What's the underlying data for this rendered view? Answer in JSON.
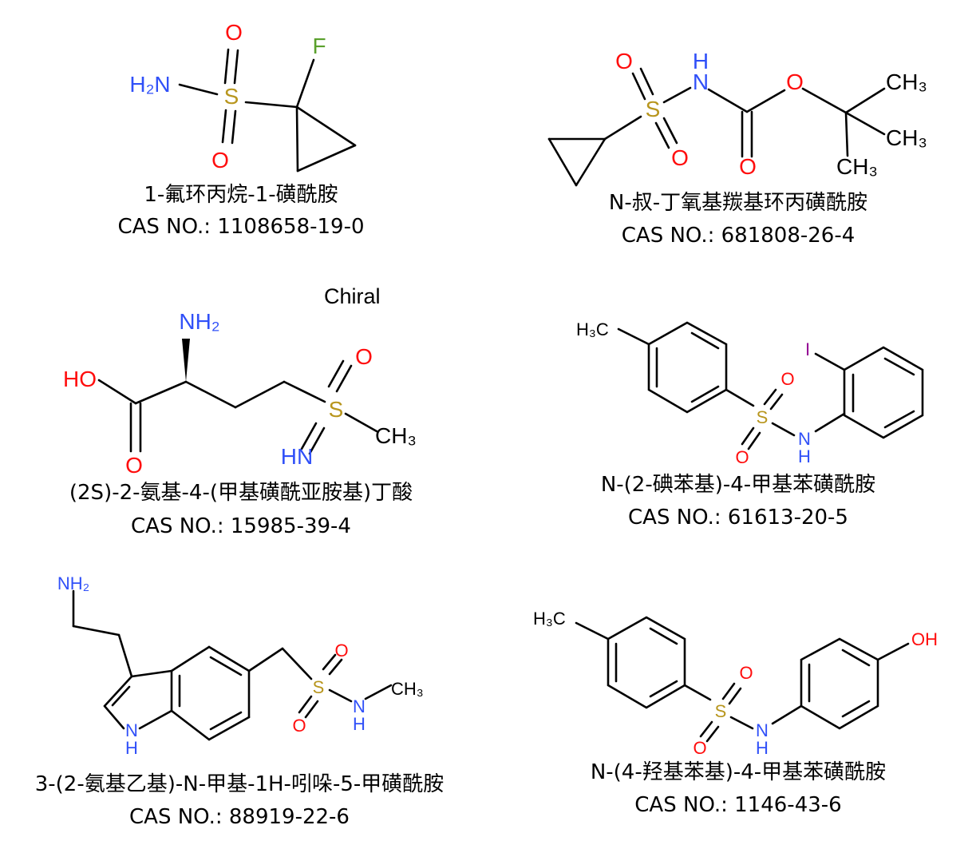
{
  "colors": {
    "oxygen": "#ff0d0d",
    "nitrogen": "#3050f8",
    "sulfur": "#b8961e",
    "fluorine": "#5aa02c",
    "iodine": "#940094",
    "carbon": "#000000"
  },
  "compounds": [
    {
      "name": "1-氟环丙烷-1-磺酰胺",
      "cas": "CAS NO.: 1108658-19-0",
      "atoms": {
        "O": "O",
        "F": "F",
        "H2N": "H₂N",
        "S": "S",
        "O2": "O"
      }
    },
    {
      "name": "N-叔-丁氧基羰基环丙磺酰胺",
      "cas": "CAS NO.: 681808-26-4",
      "atoms": {
        "O": "O",
        "H": "H",
        "N": "N",
        "O_ether": "O",
        "CH3a": "CH₃",
        "S": "S",
        "CH3b": "CH₃",
        "O2": "O",
        "O_carbonyl": "O",
        "CH3c": "CH₃"
      }
    },
    {
      "name": "(2S)-2-氨基-4-(甲基磺酰亚胺基)丁酸",
      "cas": "CAS NO.: 15985-39-4",
      "note": "Chiral",
      "atoms": {
        "NH2": "NH₂",
        "HO": "HO",
        "O_s": "O",
        "S": "S",
        "CH3": "CH₃",
        "HN": "HN",
        "O_c": "O"
      }
    },
    {
      "name": "N-(2-碘苯基)-4-甲基苯磺酰胺",
      "cas": "CAS NO.: 61613-20-5",
      "atoms": {
        "H3C": "H₃C",
        "I": "I",
        "O": "O",
        "S": "S",
        "N": "N",
        "H": "H",
        "O2": "O"
      }
    },
    {
      "name": "3-(2-氨基乙基)-N-甲基-1H-吲哚-5-甲磺酰胺",
      "cas": "CAS NO.: 88919-22-6",
      "atoms": {
        "NH2": "NH₂",
        "O": "O",
        "CH3": "CH₃",
        "S": "S",
        "N": "N",
        "H": "H",
        "O2": "O",
        "NH_ring": "N",
        "H_ring": "H"
      }
    },
    {
      "name": "N-(4-羟基苯基)-4-甲基苯磺酰胺",
      "cas": "CAS NO.: 1146-43-6",
      "atoms": {
        "H3C": "H₃C",
        "OH": "OH",
        "O": "O",
        "S": "S",
        "N": "N",
        "H": "H",
        "O2": "O"
      }
    }
  ]
}
